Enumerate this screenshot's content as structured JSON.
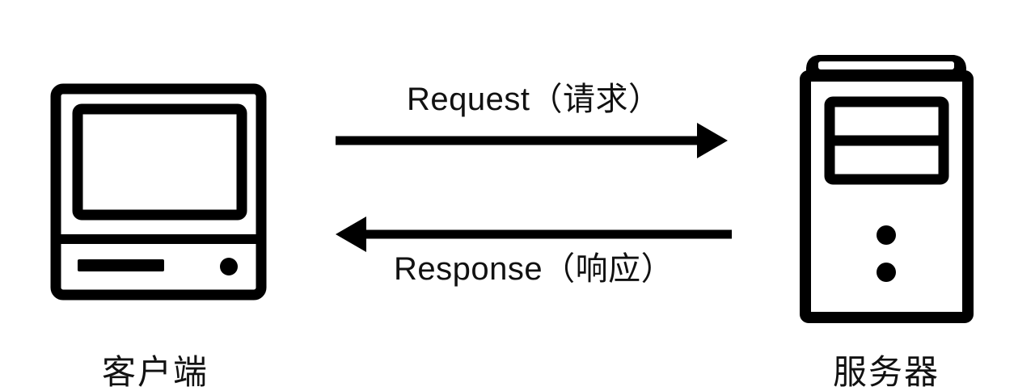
{
  "diagram": {
    "title": "Client Server Request Response",
    "background_color": "#ffffff",
    "stroke_color": "#000000",
    "nodes": [
      {
        "id": "client",
        "icon": "desktop-computer-icon",
        "caption": "客户端"
      },
      {
        "id": "server",
        "icon": "server-tower-icon",
        "caption": "服务器"
      }
    ],
    "arrows": [
      {
        "id": "request",
        "label": "Request（请求）",
        "direction": "right",
        "from": "client",
        "to": "server"
      },
      {
        "id": "response",
        "label": "Response（响应）",
        "direction": "left",
        "from": "server",
        "to": "client"
      }
    ]
  }
}
